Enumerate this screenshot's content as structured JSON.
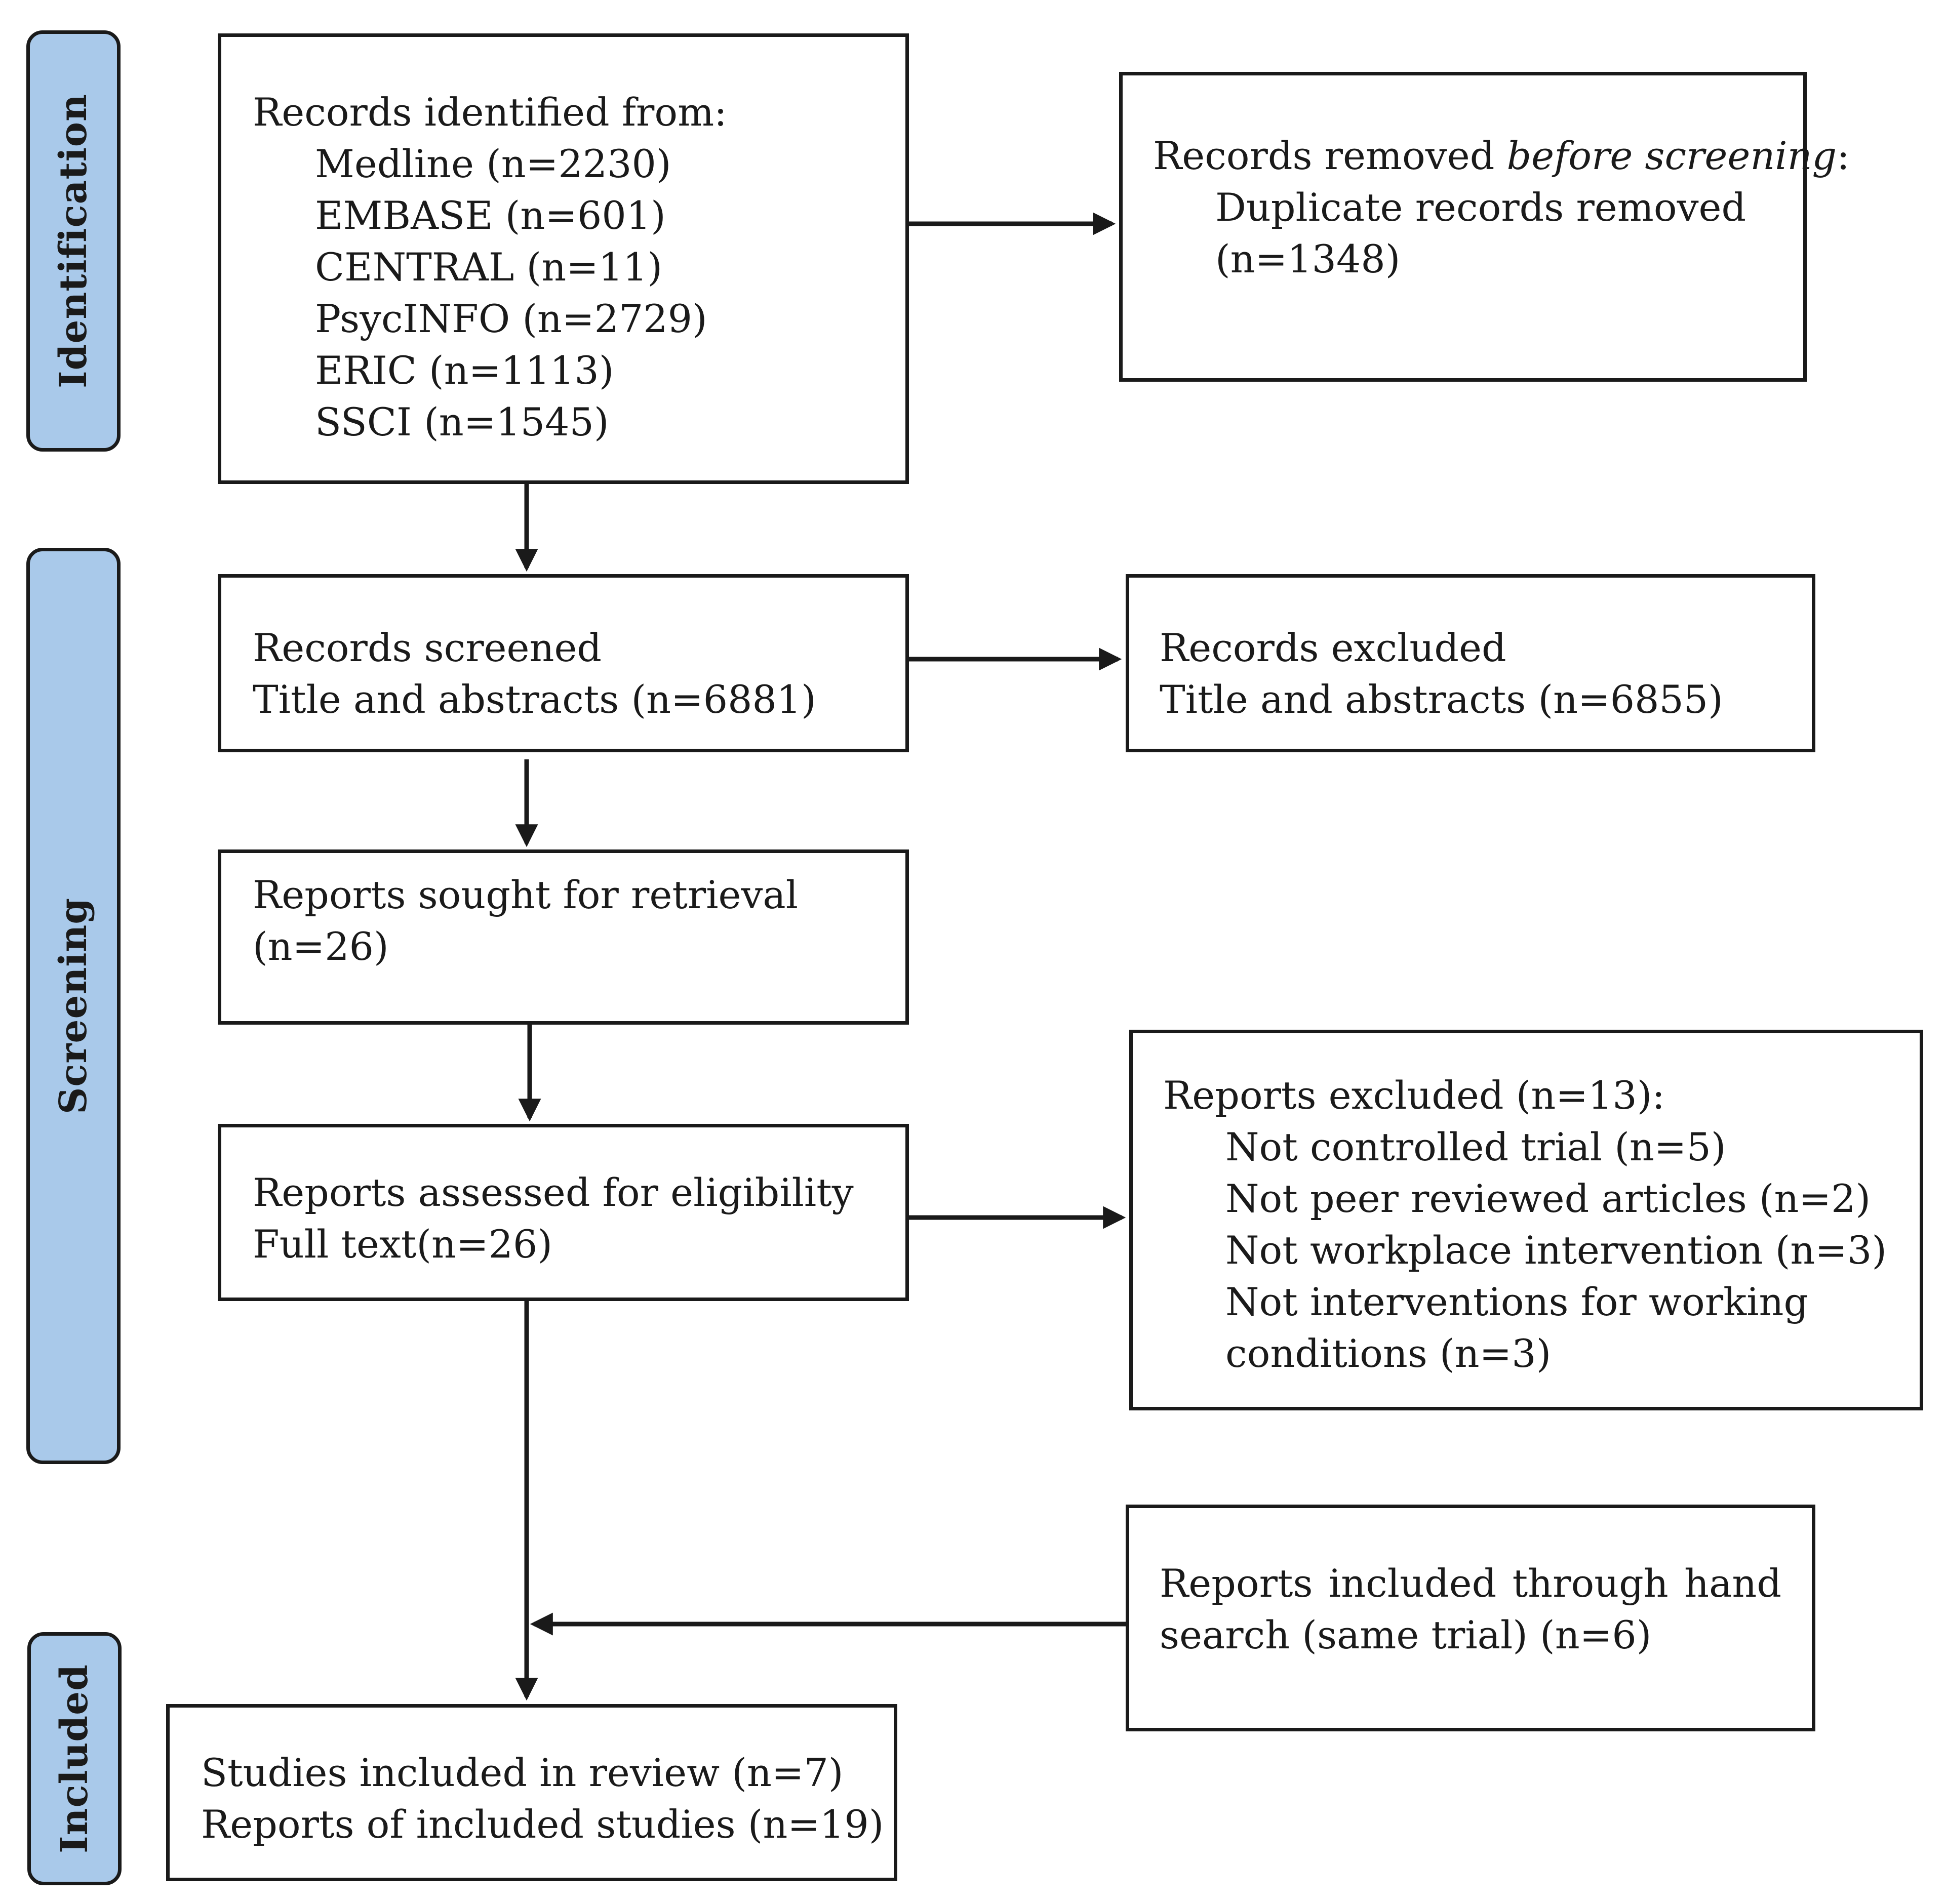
{
  "phases": {
    "identification": "Identification",
    "screening": "Screening",
    "included": "Included"
  },
  "records_identified": {
    "heading": "Records identified from:",
    "sources": [
      "Medline (n=2230)",
      "EMBASE (n=601)",
      "CENTRAL (n=11)",
      "PsycINFO (n=2729)",
      "ERIC (n=1113)",
      "SSCI (n=1545)"
    ]
  },
  "records_removed": {
    "heading_prefix": "Records removed ",
    "heading_emphasis": "before screening",
    "heading_suffix": ":",
    "line1": "Duplicate records removed",
    "line2": "(n=1348)"
  },
  "records_screened": {
    "line1": "Records screened",
    "line2": "Title and abstracts (n=6881)"
  },
  "records_excluded": {
    "line1": "Records excluded",
    "line2": "Title and abstracts (n=6855)"
  },
  "reports_sought": {
    "line1": "Reports sought for retrieval",
    "line2": "(n=26)"
  },
  "reports_assessed": {
    "line1": "Reports assessed for eligibility",
    "line2": "Full text(n=26)"
  },
  "reports_excluded": {
    "heading": "Reports excluded (n=13):",
    "reasons": [
      "Not controlled trial (n=5)",
      "Not peer reviewed articles (n=2)",
      "Not workplace intervention (n=3)",
      "Not interventions for working",
      "conditions (n=3)"
    ]
  },
  "hand_search": {
    "line1_words": [
      "Reports",
      "included",
      "through",
      "hand"
    ],
    "line2": "search (same trial) (n=6)"
  },
  "included_studies": {
    "line1": "Studies included in review (n=7)",
    "line2": "Reports of included studies (n=19)"
  }
}
